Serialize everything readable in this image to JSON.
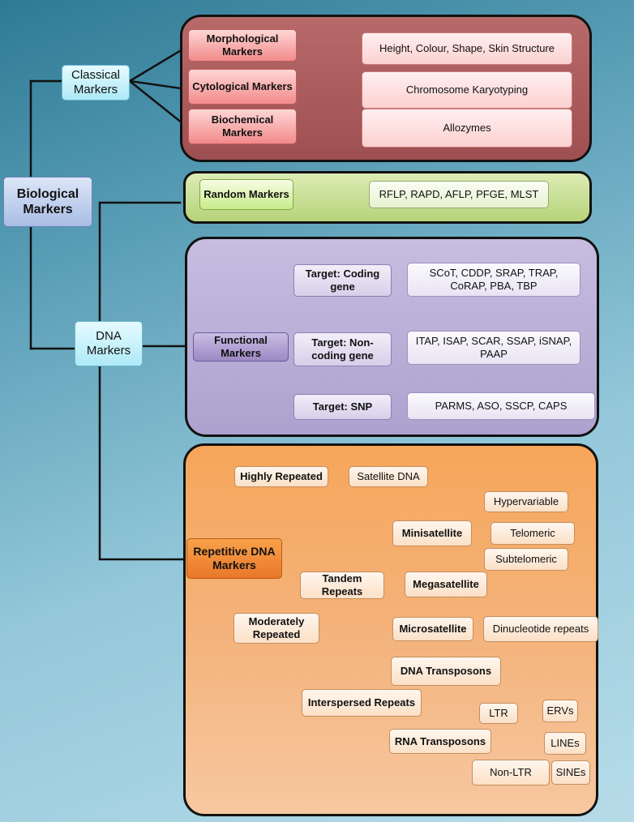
{
  "root": {
    "label": "Biological Markers"
  },
  "classical": {
    "label": "Classical Markers",
    "items": [
      {
        "type": "Morphological Markers",
        "example": "Height, Colour, Shape, Skin Structure"
      },
      {
        "type": "Cytological Markers",
        "example": "Chromosome Karyotyping"
      },
      {
        "type": "Biochemical Markers",
        "example": "Allozymes"
      }
    ]
  },
  "dna": {
    "label": "DNA Markers",
    "random": {
      "label": "Random Markers",
      "examples": "RFLP, RAPD, AFLP, PFGE, MLST"
    },
    "functional": {
      "label": "Functional Markers",
      "targets": [
        {
          "label": "Target: Coding gene",
          "examples": "SCoT, CDDP, SRAP, TRAP, CoRAP, PBA, TBP"
        },
        {
          "label": "Target: Non-coding gene",
          "examples": "ITAP, ISAP, SCAR, SSAP, iSNAP, PAAP"
        },
        {
          "label": "Target: SNP",
          "examples": "PARMS, ASO, SSCP, CAPS"
        }
      ]
    },
    "repetitive": {
      "label": "Repetitive DNA Markers",
      "highly": {
        "label": "Highly Repeated",
        "child": "Satellite DNA"
      },
      "moderately": {
        "label": "Moderately Repeated"
      },
      "tandem": {
        "label": "Tandem Repeats",
        "minisatellite": {
          "label": "Minisatellite",
          "children": [
            "Hypervariable",
            "Telomeric",
            "Subtelomeric"
          ]
        },
        "megasatellite": {
          "label": "Megasatellite"
        },
        "microsatellite": {
          "label": "Microsatellite",
          "child": "Dinucleotide repeats"
        }
      },
      "interspersed": {
        "label": "Interspersed Repeats",
        "dna_transposons": {
          "label": "DNA Transposons"
        },
        "rna_transposons": {
          "label": "RNA Transposons",
          "ltr": {
            "label": "LTR",
            "child": "ERVs"
          },
          "non_ltr": {
            "label": "Non-LTR",
            "children": [
              "LINEs",
              "SINEs"
            ]
          }
        }
      }
    }
  }
}
